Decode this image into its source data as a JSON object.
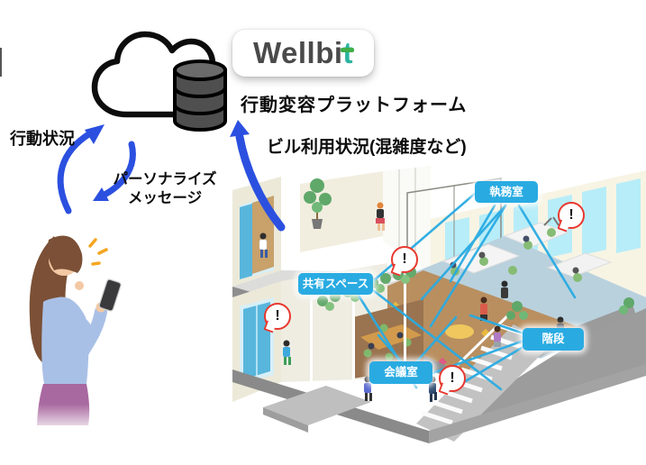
{
  "header": {
    "logo": {
      "text_main": "Wellbi",
      "text_accent": "t"
    },
    "platform_title": "行動変容プラットフォーム"
  },
  "flow_labels": {
    "behavior_status": "行動状況",
    "personalized_message_line1": "パーソナライズ",
    "personalized_message_line2": "メッセージ",
    "building_usage": "ビル利用状況(混雑度など)"
  },
  "building": {
    "room_labels": [
      {
        "id": "office",
        "label": "執務室"
      },
      {
        "id": "shared-space",
        "label": "共有スペース"
      },
      {
        "id": "meeting-room",
        "label": "会議室"
      },
      {
        "id": "stairs",
        "label": "階段"
      }
    ],
    "alerts": [
      {
        "symbol": "!",
        "location": "office-window"
      },
      {
        "symbol": "!",
        "location": "shared-space"
      },
      {
        "symbol": "!",
        "location": "lower-elevator"
      },
      {
        "symbol": "!",
        "location": "stairs"
      }
    ]
  },
  "colors": {
    "label_blue": "#29ABE2",
    "arrow_blue": "#2B50E0",
    "alert_red": "#E8382F",
    "logo_green": "#3FAE49",
    "logo_teal": "#2BB5A0"
  }
}
